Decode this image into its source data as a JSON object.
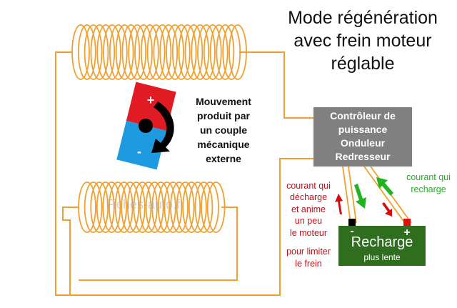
{
  "title": {
    "lines": [
      "Mode régénération",
      "avec frein moteur",
      "réglable"
    ]
  },
  "mouvement": {
    "lines": [
      "Mouvement",
      "produit par",
      "un couple",
      "mécanique",
      "externe"
    ]
  },
  "controller": {
    "lines": [
      "Contrôleur de",
      "puissance",
      "Onduleur",
      "Redresseur"
    ],
    "box_color": "#808080"
  },
  "discharge_note": {
    "lines": [
      "courant qui",
      "décharge",
      "et anime",
      "un peu",
      "le moteur",
      "pour limiter",
      "le frein"
    ],
    "color": "#c0101a"
  },
  "recharge_note": {
    "lines": [
      "courant qui",
      "recharge"
    ],
    "color": "#2fa72f"
  },
  "battery": {
    "label": "Recharge",
    "sublabel": "plus lente",
    "minus": "-",
    "plus": "+",
    "color": "#2e6e1e"
  },
  "magnet": {
    "plus": "+",
    "minus": "-",
    "north_color": "#e01b24",
    "south_color": "#1e9be0"
  },
  "watermark": "Fiches-auto.fr",
  "colors": {
    "wire": "#f0a030",
    "rotation_arrow": "#000000",
    "arrow_red": "#d01010",
    "arrow_green": "#22b322"
  }
}
